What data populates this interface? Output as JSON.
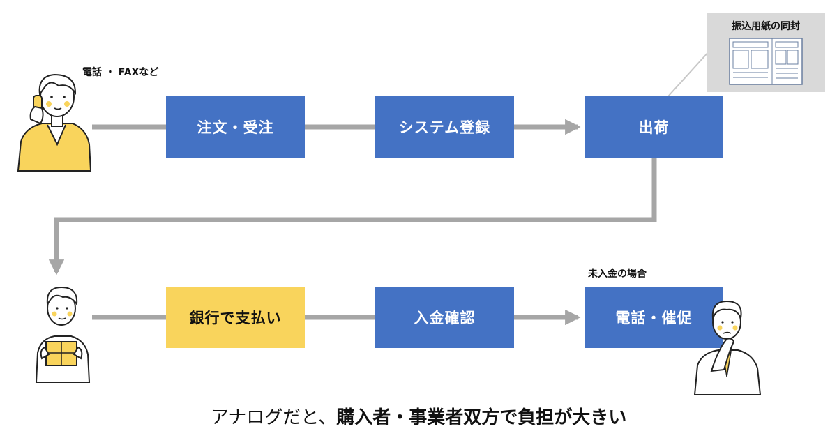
{
  "flow_top": {
    "box_order": "注文・受注",
    "box_system": "システム登録",
    "box_ship": "出荷"
  },
  "flow_bottom": {
    "box_bank": "銀行で支払い",
    "box_confirm": "入金確認",
    "box_remind": "電話・催促"
  },
  "labels": {
    "phone_fax": "電話 ・ FAXなど",
    "unpaid_case": "未入金の場合"
  },
  "enclosure": {
    "title": "振込用紙の同封"
  },
  "caption": {
    "lead": "アナログだと、",
    "emphasis": "購入者・事業者双方で負担が大きい"
  },
  "colors": {
    "box_blue": "#4472c4",
    "box_yellow": "#f9d45c",
    "connector_gray": "#a6a6a6",
    "enclosure_bg": "#d9d9d9"
  }
}
